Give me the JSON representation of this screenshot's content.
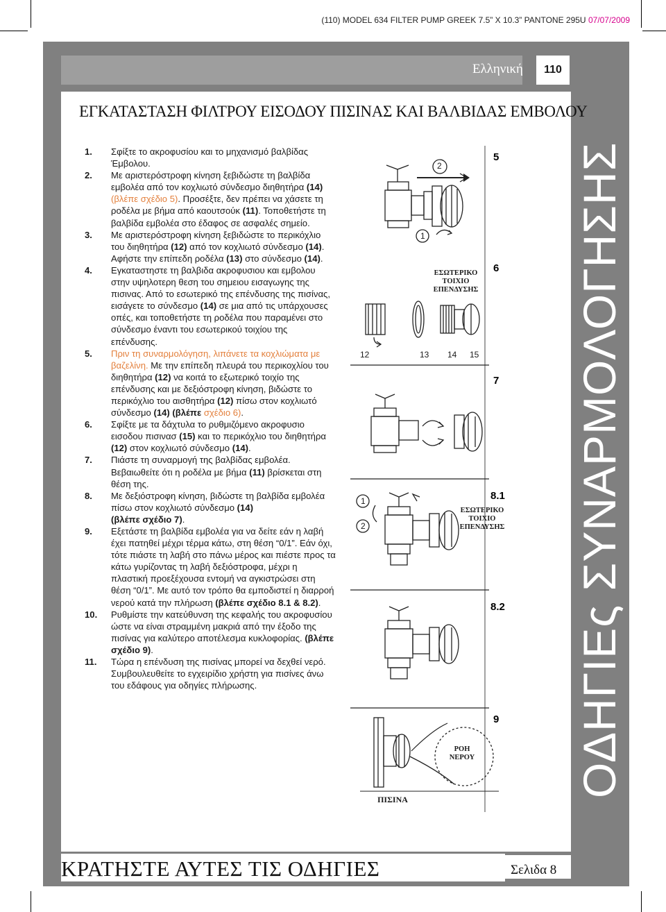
{
  "print_header": {
    "text": "(110)  MODEL 634 FILTER PUMP  GREEK  7.5” X 10.3”  PANTONE 295U  ",
    "date": "07/07/2009"
  },
  "language": "Ελληνική",
  "page_number": "110",
  "title": "ΕΓΚΑΤΑΣΤΑΣΗ ΦΙΛΤΡΟΥ ΕΙΣΟΔΟΥ ΠΙΣΙΝΑΣ ΚΑΙ ΒΑΛΒΙΔΑΣ ΕΜΒΟΛΟΥ",
  "side_title": "ΟΔΗΓΙΕς ΣΥΝΑΡΜΟΛΟΓΗΣΗΣ",
  "steps": [
    {
      "num": "1.",
      "text": "Σφίξτε το ακροφυσίου και το μηχανισμό βαλβίδας Έμβολου."
    },
    {
      "num": "2.",
      "text_a": "Με αριστερόστροφη κίνηση ξεβιδώστε τη βαλβίδα εμβολέα από τον κοχλιωτό σύνδεσμο διηθητήρα ",
      "bold_a": "(14)",
      "orange_a": " (βλέπε σχέδιο 5)",
      "text_b": ". Προσέξτε, δεν πρέπει να χάσετε τη ροδέλα με βήμα από καουτσούκ ",
      "bold_b": "(11)",
      "text_c": ". Τοποθετήστε τη βαλβίδα εμβολέα στο έδαφος σε ασφαλές σημείο."
    },
    {
      "num": "3.",
      "text_a": "Με αριστερόστροφη κίνηση ξεβιδώστε το περικόχλιο του διηθητήρα ",
      "bold_a": "(12)",
      "text_b": " από τον κοχλιωτό σύνδεσμο ",
      "bold_b": "(14)",
      "text_c": ". Αφήστε την επίπεδη ροδέλα ",
      "bold_c": "(13)",
      "text_d": " στο σύνδεσμο ",
      "bold_d": "(14)",
      "text_e": "."
    },
    {
      "num": "4.",
      "text_a": "Εγκαταστηστε τη βαλβιδα ακροφυσιου και εμβολου στην υψηλοτερη θεση του σημειου εισαγωγης της πισινας. Από το εσωτερικό της επένδυσης της πισίνας, εισάγετε το σύνδεσμο ",
      "bold_a": "(14)",
      "text_b": " σε μια από τις υπάρχουσες οπές, και τοποθετήστε τη ροδέλα που παραμένει στο σύνδεσμο έναντι του εσωτερικού τοιχίου της επένδυσης."
    },
    {
      "num": "5.",
      "orange_a": "Πριν τη συναρμολόγηση, λιπάνετε τα κοχλιώματα με βαζελίνη.",
      "text_a": " Με την επίπεδη πλευρά του περικοχλίου του διηθητήρα ",
      "bold_a": "(12)",
      "text_b": " να κοιτά το εξωτερικό τοιχίο της επένδυσης και με δεξιόστροφη κίνηση, βιδώστε το περικόχλιο του αισθητήρα ",
      "bold_b": "(12)",
      "text_c": " πίσω στον κοχλιωτό σύνδεσμο ",
      "bold_c": "(14) (βλέπε",
      "orange_b": " σχέδιο 6)",
      "text_d": "."
    },
    {
      "num": "6.",
      "text_a": "Σφίξτε με τα δάχτυλα το ρυθμιζόμενο ακροφυσιο εισοδου πισινασ ",
      "bold_a": "(15)",
      "text_b": " και το περικόχλιο του διηθητήρα ",
      "bold_b": "(12)",
      "text_c": " στον κοχλιωτό σύνδεσμο ",
      "bold_c": "(14)",
      "text_d": "."
    },
    {
      "num": "7.",
      "text_a": "Πιάστε τη συναρμογή της βαλβίδας εμβολέα. Βεβαιωθείτε ότι η ροδέλα με βήμα ",
      "bold_a": "(11)",
      "text_b": " βρίσκεται στη θέση της."
    },
    {
      "num": "8.",
      "text_a": "Με δεξιόστροφη κίνηση, βιδώστε τη βαλβίδα εμβολέα πίσω στον κοχλιωτό σύνδεσμο ",
      "bold_a": "(14)",
      "bold_b": "(βλέπε σχέδιο 7)",
      "text_b": "."
    },
    {
      "num": "9.",
      "text_a": "Εξετάστε τη βαλβίδα εμβολέα για να δείτε εάν η λαβή έχει πατηθεί μέχρι τέρμα κάτω, στη θέση “0/1”. Εάν όχι, τότε πιάστε τη λαβή στο πάνω μέρος και πιέστε προς τα κάτω γυρίζοντας τη λαβή δεξιόστροφα, μέχρι η πλαστική προεξέχουσα εντομή να αγκιστρώσει στη θέση “0/1”. Με αυτό τον τρόπο θα εμποδιστεί η διαρροή νερού κατά την πλήρωση ",
      "bold_a": "(βλέπε σχέδιο 8.1 & 8.2)",
      "text_b": "."
    },
    {
      "num": "10.",
      "text_a": "Ρυθμίστε την κατεύθυνση της κεφαλής του ακροφυσίου ώστε να είναι στραμμένη μακριά από την έξοδο της πισίνας για καλύτερο αποτέλεσμα κυκλοφορίας. ",
      "bold_a": "(βλέπε σχέδιο 9)",
      "text_b": "."
    },
    {
      "num": "11.",
      "text_a": "Τώρα η επένδυση της πισίνας μπορεί να δεχθεί νερό. Συμβουλευθείτε το εγχειρίδιο χρήστη για πισίνες άνω του εδάφους για οδηγίες πλήρωσης."
    }
  ],
  "figures": {
    "fig5": "5",
    "fig6": "6",
    "fig7": "7",
    "fig81": "8.1",
    "fig82": "8.2",
    "fig9": "9",
    "inner_wall_a": "ΕΣΩΤΕΡΙΚΟ ΤΟΙΧΙΟ ΕΠΕΝΔΥΣΗΣ",
    "inner_wall_b": "ΕΣΩΤΕΡΙΚΟ ΤΟΙΧΙΟ ΕΠΕΝΔΥΣΗΣ",
    "flow": "ΡΟΗ ΝΕΡΟΥ",
    "pool": "ΠΙΣΙΝΑ",
    "part_12": "12",
    "part_13": "13",
    "part_14": "14",
    "part_15": "15",
    "step_1": "1",
    "step_2": "2"
  },
  "footer": {
    "title": "ΚΡΑΤΗΣΤΕ ΑΥΤΕΣ ΤΙΣ ΟΔΗΓΙΕΣ",
    "page": "Σελιδα 8"
  }
}
